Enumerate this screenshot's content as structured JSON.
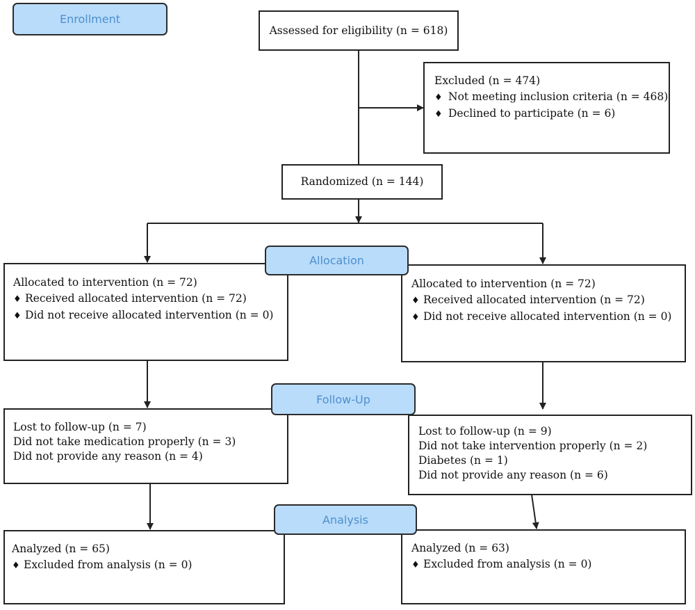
{
  "stages": {
    "enrollment": "Enrollment",
    "allocation": "Allocation",
    "follow_up": "Follow-Up",
    "analysis": "Analysis"
  },
  "bullet_symbol": "♦",
  "assessed": {
    "text": "Assessed for eligibility (n = 618)"
  },
  "excluded": {
    "title": "Excluded (n = 474)",
    "items": [
      "Not meeting inclusion criteria (n = 468)",
      "Declined to participate (n = 6)"
    ]
  },
  "randomized": {
    "text": "Randomized (n = 144)"
  },
  "allocation": {
    "left": {
      "title": "Allocated to intervention (n = 72)",
      "items": [
        "Received allocated intervention (n = 72)",
        "Did not receive allocated intervention (n = 0)"
      ]
    },
    "right": {
      "title": "Allocated to intervention (n = 72)",
      "items": [
        "Received allocated intervention (n = 72)",
        "Did not receive allocated intervention (n = 0)"
      ]
    }
  },
  "follow_up": {
    "left": {
      "lines": [
        "Lost to follow-up (n = 7)",
        "Did not take medication properly (n = 3)",
        "Did not provide any reason (n = 4)"
      ]
    },
    "right": {
      "lines": [
        "Lost to follow-up (n = 9)",
        "Did not take intervention properly (n = 2)",
        "Diabetes (n = 1)",
        "Did not provide any reason (n = 6)"
      ]
    }
  },
  "analysis": {
    "left": {
      "title": "Analyzed (n = 65)",
      "items": [
        "Excluded from analysis (n = 0)"
      ]
    },
    "right": {
      "title": "Analyzed (n = 63)",
      "items": [
        "Excluded from analysis (n = 0)"
      ]
    }
  },
  "colors": {
    "stage_fill": "#b9dcfb",
    "stage_text": "#4f8fcc",
    "line": "#222222"
  }
}
